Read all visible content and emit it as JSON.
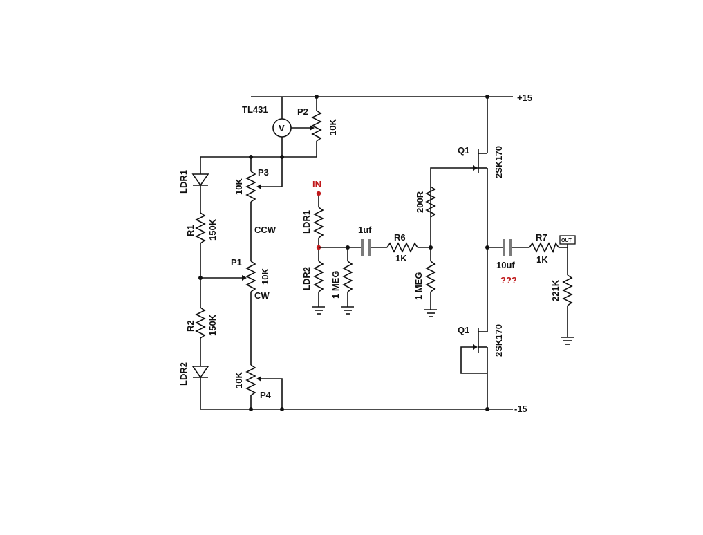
{
  "rails": {
    "positive": "+15",
    "negative": "-15"
  },
  "tl431": {
    "name": "TL431",
    "meter": "V"
  },
  "p2": {
    "name": "P2",
    "value": "10K"
  },
  "p3": {
    "name": "P3",
    "value": "10K"
  },
  "p1": {
    "name": "P1",
    "value": "10K",
    "ccw": "CCW",
    "cw": "CW"
  },
  "p4": {
    "name": "P4",
    "value": "10K"
  },
  "ldr_left_top": {
    "name": "LDR1"
  },
  "ldr_left_bottom": {
    "name": "LDR2"
  },
  "r1": {
    "name": "R1",
    "value": "150K"
  },
  "r2": {
    "name": "R2",
    "value": "150K"
  },
  "input": {
    "label": "IN"
  },
  "ldr_series": {
    "name": "LDR1"
  },
  "ldr_shunt": {
    "name": "LDR2"
  },
  "r_in_shunt": {
    "value": "1 MEG"
  },
  "c1": {
    "value": "1uf"
  },
  "r6": {
    "name": "R6",
    "value": "1K"
  },
  "r_gate": {
    "value": "1 MEG"
  },
  "r_200": {
    "value": "200R"
  },
  "q_top": {
    "name": "Q1",
    "part": "2SK170"
  },
  "q_bottom": {
    "name": "Q1",
    "part": "2SK170"
  },
  "c_out": {
    "value": "10uf",
    "note": "???"
  },
  "r7": {
    "name": "R7",
    "value": "1K"
  },
  "r_load": {
    "value": "221K"
  },
  "output": {
    "label": "OUT"
  },
  "colors": {
    "wire": "#111111",
    "input_label": "#c0191b",
    "capacitor": "#7a7a7a"
  }
}
